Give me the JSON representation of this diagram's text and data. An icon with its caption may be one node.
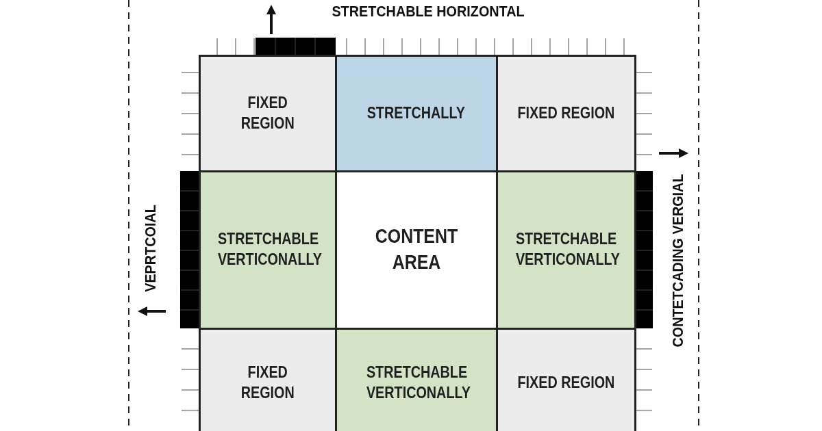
{
  "diagram": {
    "nodes": [
      {
        "text": [
          "FIXED REGION"
        ]
      },
      {
        "text": [
          "STRETCHALLY"
        ]
      },
      {
        "text": [
          "FIXED REGION"
        ]
      },
      {
        "text": [
          "STRETCHABLE VERTICONALLY"
        ]
      },
      {
        "text": [
          "CONTENT AREA"
        ]
      },
      {
        "text": [
          "STRETCHABLE VERTICONALLY"
        ]
      },
      {
        "text": [
          "FIXED REGION"
        ]
      },
      {
        "text": [
          "STRETCHABLE VERTICONALLY"
        ]
      },
      {
        "text": [
          "FIXED REGION"
        ]
      }
    ],
    "labels": [
      "STRETCHABLE HORIZONTAL",
      "VEPRTCOIAL",
      "CONTETCADING VERGIAL"
    ]
  }
}
